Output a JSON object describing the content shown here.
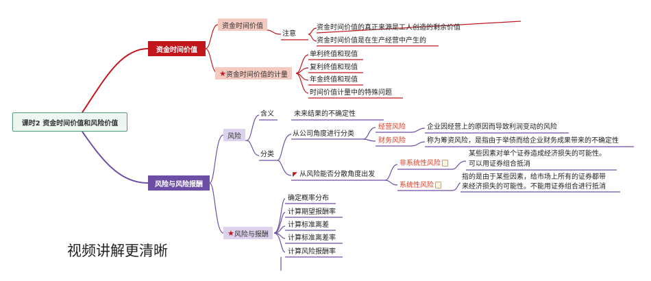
{
  "root": {
    "label": "课时2 资金时间价值和风险价值"
  },
  "branch_time_value": {
    "label": "资金时间价值",
    "concept": {
      "label": "资金时间价值",
      "note": {
        "label": "注意",
        "items": [
          "资金时间价值的真正来源是工人创造的剩余价值",
          "资金时间价值是在生产经营中产生的"
        ]
      }
    },
    "measure": {
      "label": "资金时间价值的计量",
      "items": [
        "单利终值和现值",
        "复利终值和现值",
        "年金终值和现值",
        "时间价值计量中的特殊问题"
      ]
    }
  },
  "branch_risk": {
    "label": "风险与风险报酬",
    "risk": {
      "label": "风险",
      "meaning": {
        "label": "含义",
        "value": "未来结果的不确定性"
      },
      "classification": {
        "label": "分类",
        "company": {
          "label": "从公司角度进行分类",
          "operating": {
            "label": "经营风险",
            "desc": "企业因经营上的原因而导致利润变动的风险"
          },
          "financial": {
            "label": "财务风险",
            "desc": "称为筹资风险，是指由于举债而给企业财务成果带来的不确定性"
          }
        },
        "diversify": {
          "label": "从风险能否分散角度出发",
          "unsystematic": {
            "label": "非系统性风险",
            "desc1": "某些因素对单个证券造成经济损失的可能性。",
            "desc2": "可以用证券组合抵消"
          },
          "systematic": {
            "label": "系统性风险",
            "desc1": "指的是由于某些因素，给市场上所有的证券都带",
            "desc2": "来经济损失的可能性。不能用证券组合进行抵消"
          }
        }
      }
    },
    "reward": {
      "label": "风险与报酬",
      "items": [
        "确定概率分布",
        "计算期望报酬率",
        "计算标准离差",
        "计算标准离差率",
        "计算风险报酬率"
      ]
    }
  },
  "caption": "视频讲解更清晰",
  "colors": {
    "red_branch": "#c0161c",
    "purple_branch": "#6d4ea5",
    "root_border": "#4f9a76",
    "highlight_text": "#e23a1f"
  }
}
